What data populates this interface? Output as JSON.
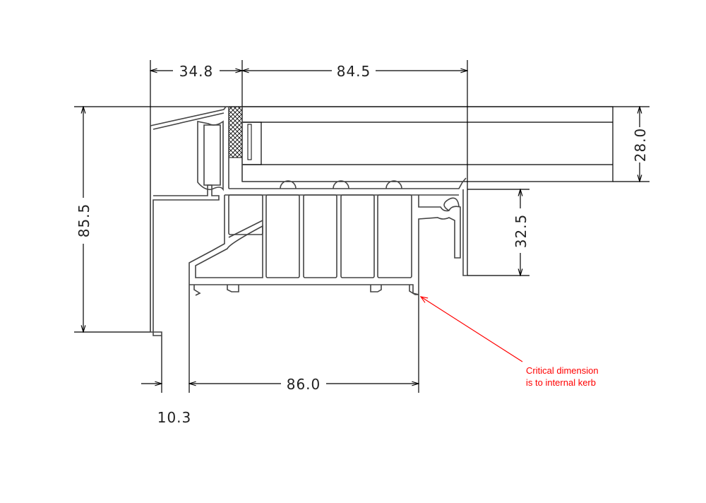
{
  "drawing": {
    "dimensions": {
      "frame_projection": "34.8",
      "glass_to_bead": "84.5",
      "overall_height": "85.5",
      "glass_thickness": "28.0",
      "sill_step": "32.5",
      "kerb_width": "86.0",
      "foot_offset": "10.3"
    },
    "annotation": {
      "line1": "Critical dimension",
      "line2": "is to internal kerb",
      "color": "#ff0000"
    }
  }
}
